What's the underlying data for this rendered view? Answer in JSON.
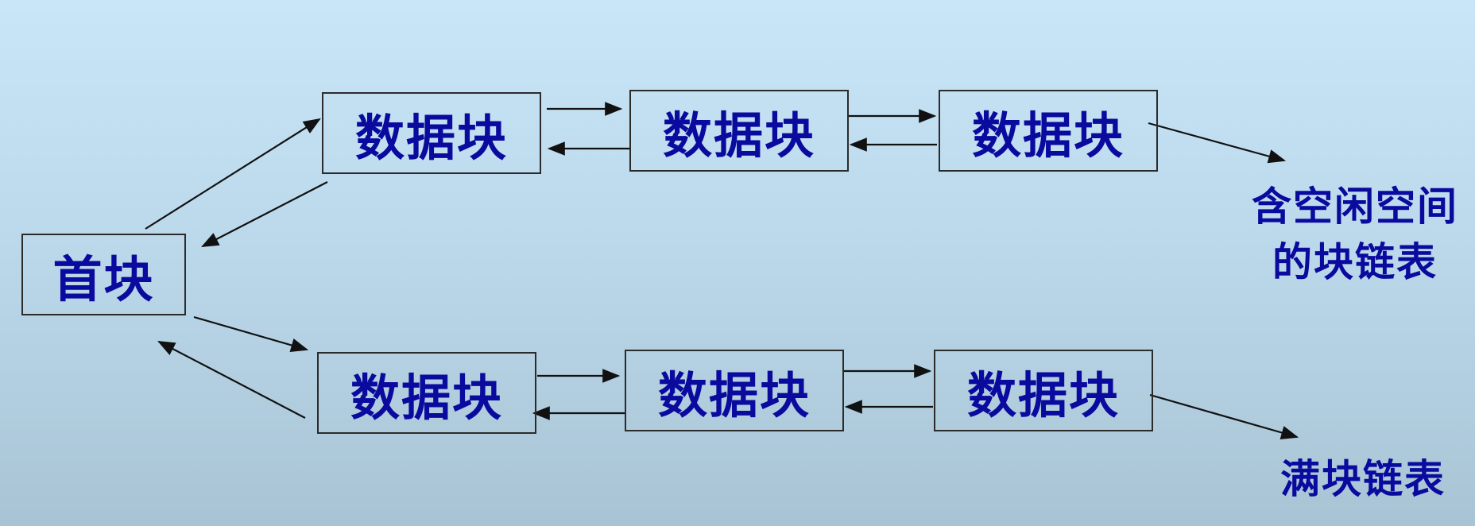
{
  "diagram": {
    "head_block": "首块",
    "top_chain": [
      "数据块",
      "数据块",
      "数据块"
    ],
    "bottom_chain": [
      "数据块",
      "数据块",
      "数据块"
    ],
    "top_chain_label": [
      "含空闲空间",
      "的块链表"
    ],
    "bottom_chain_label": "满块链表"
  },
  "colors": {
    "text": "#0a0a9e",
    "border": "#2b2b2b",
    "arrow": "#111111"
  }
}
